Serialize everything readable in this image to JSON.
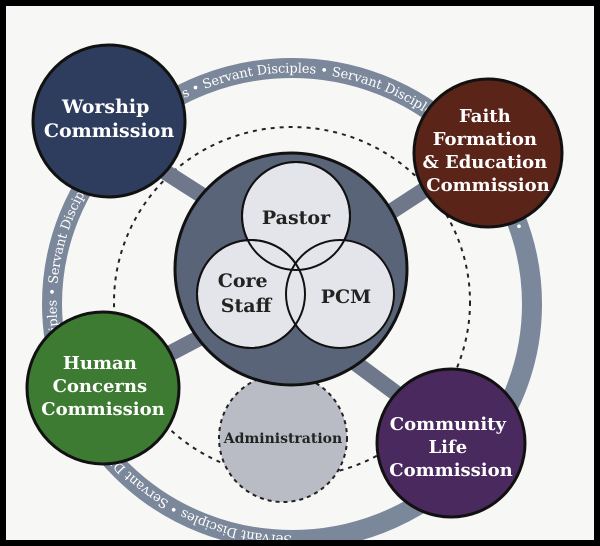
{
  "ring": {
    "repeating_text": "Servant Disciples • Servant Disciples • Servant Disciples • Servant Disciples • Servant Disciples • Servant Disciples • Servant Disciples • Servant Disciples •",
    "color": "#7b879a"
  },
  "hub": {
    "color": "#5a6478",
    "circles": [
      {
        "label": "Pastor"
      },
      {
        "label_lines": [
          "Core",
          "Staff"
        ]
      },
      {
        "label": "PCM"
      }
    ]
  },
  "administration": {
    "label": "Administration",
    "color": "#b9bcc4"
  },
  "commissions": [
    {
      "lines": [
        "Worship",
        "Commission"
      ],
      "color": "#2e3d5e"
    },
    {
      "lines": [
        "Faith",
        "Formation",
        "& Education",
        "Commission"
      ],
      "color": "#5a2418"
    },
    {
      "lines": [
        "Human",
        "Concerns",
        "Commission"
      ],
      "color": "#3d7a32"
    },
    {
      "lines": [
        "Community",
        "Life",
        "Commission"
      ],
      "color": "#4a2a5e"
    }
  ]
}
